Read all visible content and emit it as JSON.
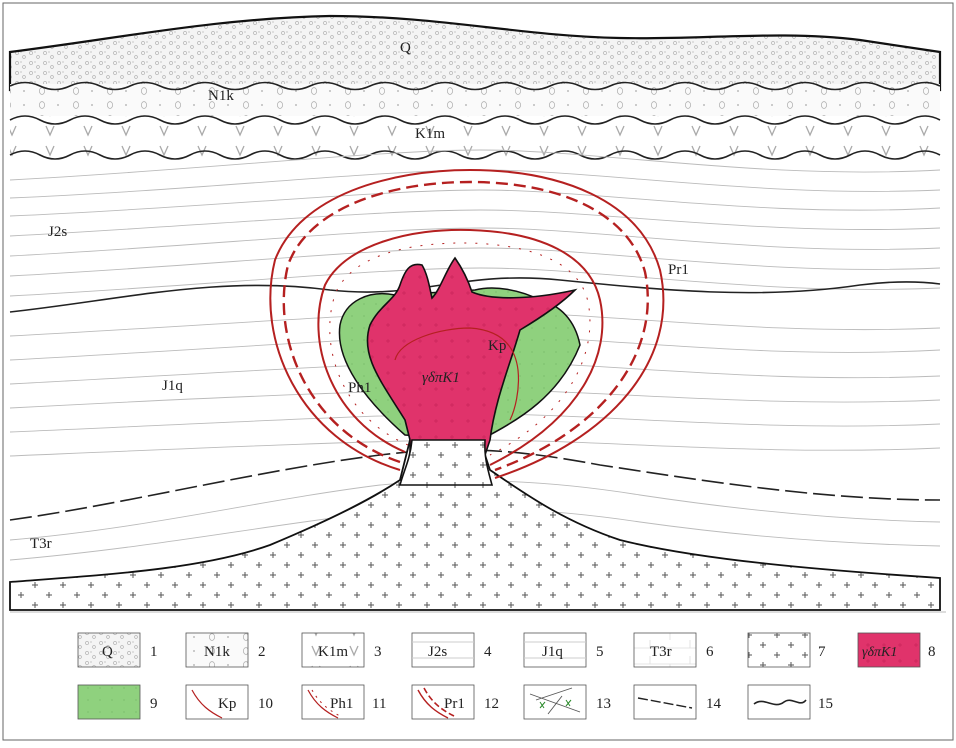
{
  "section": {
    "unit_labels": {
      "q": "Q",
      "n1k": "N1k",
      "k1m": "K1m",
      "j2s": "J2s",
      "j1q": "J1q",
      "t3r": "T3r",
      "pr1": "Pr1",
      "ph1": "Ph1",
      "kp": "Kp",
      "intrusion": "γδπK1"
    }
  },
  "legend": {
    "items": [
      {
        "num": "1",
        "label": "Q"
      },
      {
        "num": "2",
        "label": "N1k"
      },
      {
        "num": "3",
        "label": "K1m"
      },
      {
        "num": "4",
        "label": "J2s"
      },
      {
        "num": "5",
        "label": "J1q"
      },
      {
        "num": "6",
        "label": "T3r"
      },
      {
        "num": "7",
        "label": ""
      },
      {
        "num": "8",
        "label": "γδπK1"
      },
      {
        "num": "9",
        "label": ""
      },
      {
        "num": "10",
        "label": "Kp"
      },
      {
        "num": "11",
        "label": "Ph1"
      },
      {
        "num": "12",
        "label": "Pr1"
      },
      {
        "num": "13",
        "label": ""
      },
      {
        "num": "14",
        "label": ""
      },
      {
        "num": "15",
        "label": ""
      }
    ]
  },
  "colors": {
    "intrusion": "#e0336b",
    "alteration": "#8fd17e",
    "halo": "#b52020",
    "line": "#333333",
    "frame": "#555555"
  }
}
